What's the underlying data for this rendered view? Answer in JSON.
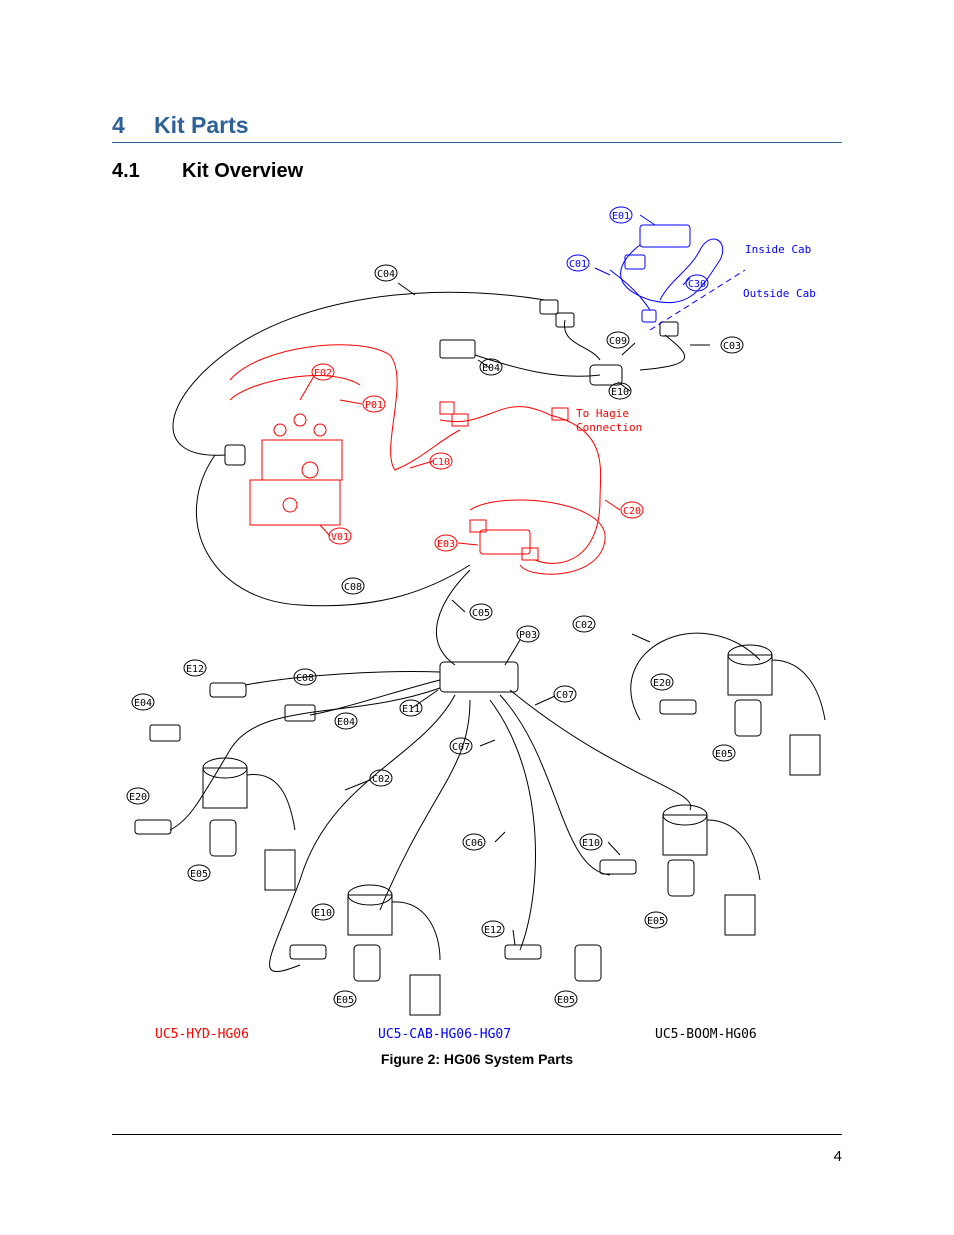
{
  "heading": {
    "number": "4",
    "title": "Kit Parts"
  },
  "subheading": {
    "number": "4.1",
    "title": "Kit Overview"
  },
  "figure": {
    "caption": "Figure 2: HG06 System Parts",
    "notes": {
      "inside_cab": "Inside Cab",
      "outside_cab": "Outside Cab",
      "to_hagie_1": "To Hagie",
      "to_hagie_2": "Connection"
    },
    "kit_labels": {
      "hyd": "UC5-HYD-HG06",
      "cab": "UC5-CAB-HG06-HG07",
      "boom": "UC5-BOOM-HG06"
    },
    "callouts": {
      "e01": "E01",
      "c01": "C01",
      "c30": "C30",
      "c04": "C04",
      "e04a": "E04",
      "c09": "C09",
      "c03a": "C03",
      "e10a": "E10",
      "e02": "E02",
      "p01": "P01",
      "c10": "C10",
      "c20": "C20",
      "v01": "V01",
      "e03": "E03",
      "c08a": "C08",
      "c05": "C05",
      "c02a": "C02",
      "p03": "P03",
      "e12a": "E12",
      "c08b": "C08",
      "e04b": "E04",
      "e04c": "E04",
      "e11": "E11",
      "c07a": "C07",
      "e20a": "E20",
      "e05a": "E05",
      "c07b": "C07",
      "c02b": "C02",
      "e20b": "E20",
      "e05b": "E05",
      "c06": "C06",
      "e10b": "E10",
      "e05c": "E05",
      "e10c": "E10",
      "e12b": "E12",
      "e05d": "E05",
      "e05e": "E05"
    }
  },
  "footer": {
    "page_number": "4"
  },
  "colors": {
    "heading": "#2e6196",
    "hyd": "#ff0000",
    "cab": "#0000ff",
    "drawing": "#000000"
  }
}
